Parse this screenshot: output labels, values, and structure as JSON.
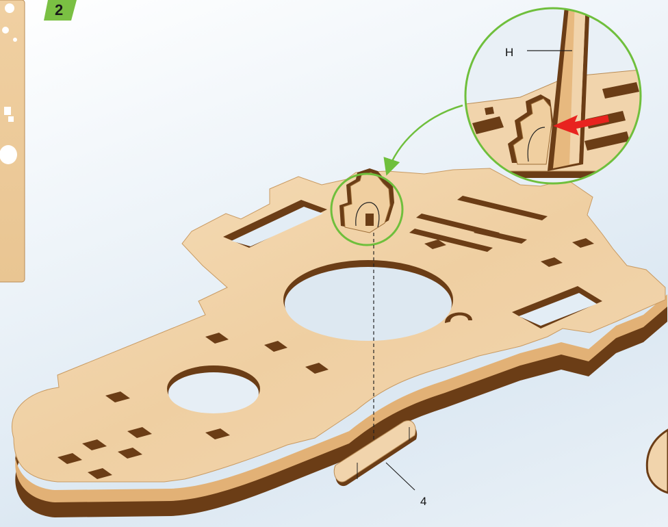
{
  "step": {
    "number": "2"
  },
  "callouts": {
    "part_h": "H",
    "part_4": "4"
  },
  "colors": {
    "wood_face": "#f1d4ac",
    "wood_edge_dark": "#6b3d16",
    "wood_edge_light": "#e7b97f",
    "callout_ring": "#6fbf3c",
    "arrow": "#e8231f",
    "step_badge": "#7ac043"
  }
}
